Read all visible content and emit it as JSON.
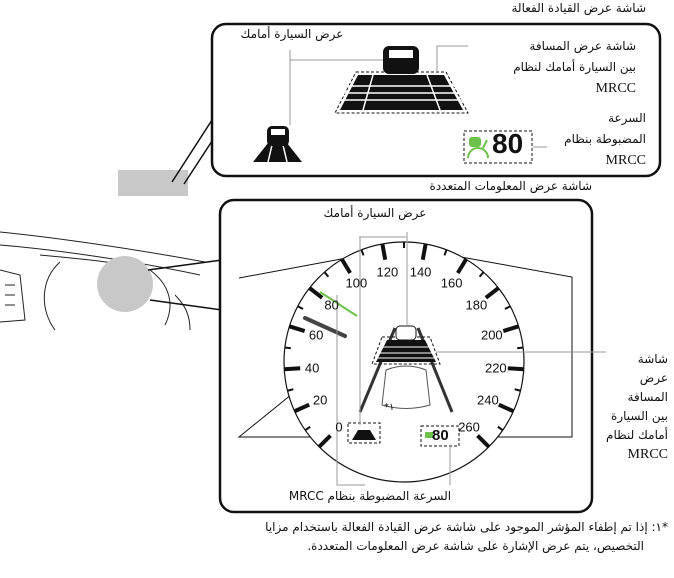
{
  "top_title": "شاشة عرض القيادة الفعالة",
  "hud": {
    "vehicle_ahead_label": "عرض السيارة أمامك",
    "distance_label_lines": [
      "شاشة عرض المسافة",
      "بين السيارة أمامك لنظام",
      "MRCC"
    ],
    "set_speed_label_lines": [
      "السرعة",
      "المضبوطة بنظام",
      "MRCC"
    ],
    "set_speed_value": "80"
  },
  "mid_title": "شاشة عرض المعلومات المتعددة",
  "mid": {
    "vehicle_ahead_label": "عرض السيارة أمامك",
    "distance_label_lines": [
      "شاشة",
      "عرض",
      "المسافة",
      "بين السيارة",
      "أمامك لنظام",
      "MRCC"
    ],
    "set_speed_label": "السرعة المضبوطة بنظام MRCC",
    "set_speed_value": "80",
    "footnote_marker": "*١",
    "speedometer_ticks": [
      "0",
      "20",
      "40",
      "60",
      "80",
      "100",
      "120",
      "140",
      "160",
      "180",
      "200",
      "220",
      "240",
      "260"
    ]
  },
  "footnote": {
    "marker": "*١:",
    "line1": "إذا تم إطفاء المؤشر الموجود على شاشة عرض القيادة الفعالة باستخدام مزايا",
    "line2": "التخصيص، يتم عرض الإشارة على شاشة عرض المعلومات المتعددة."
  },
  "colors": {
    "accent_green": "#6cc24a",
    "line": "#111111",
    "callout_gray": "#c8c8c8"
  }
}
